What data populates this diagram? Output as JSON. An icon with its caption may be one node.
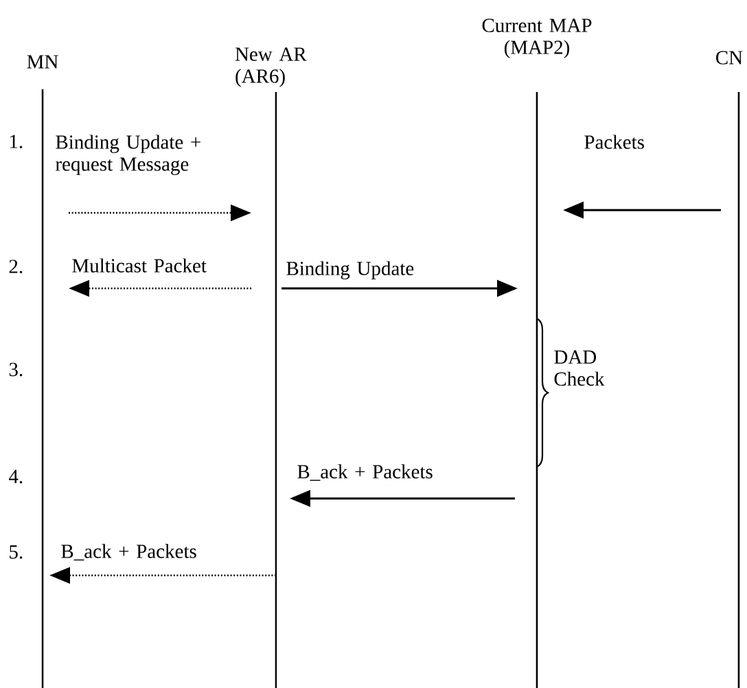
{
  "diagram": {
    "nodes": [
      {
        "text": [
          "MN"
        ]
      },
      {
        "text": [
          "New AR (AR6)"
        ]
      },
      {
        "text": [
          "Current MAP (MAP2)"
        ]
      },
      {
        "text": [
          "CN"
        ]
      }
    ],
    "edges": [
      {
        "from": 0,
        "to": 1,
        "arrow": "to",
        "label": "Binding Update + request Message",
        "style": "dashed"
      },
      {
        "from": 3,
        "to": 2,
        "arrow": "to",
        "label": "Packets"
      },
      {
        "from": 1,
        "to": 0,
        "arrow": "to",
        "label": "Multicast Packet",
        "style": "dashed"
      },
      {
        "from": 1,
        "to": 2,
        "arrow": "to",
        "label": "Binding Update"
      },
      {
        "from": 2,
        "to": 1,
        "arrow": "to",
        "label": "B_ack + Packets"
      },
      {
        "from": 1,
        "to": 0,
        "arrow": "to",
        "label": "B_ack + Packets",
        "style": "dashed"
      }
    ],
    "labels": [
      "1.",
      "2.",
      "3.",
      "DAD Check",
      "4.",
      "5."
    ]
  }
}
